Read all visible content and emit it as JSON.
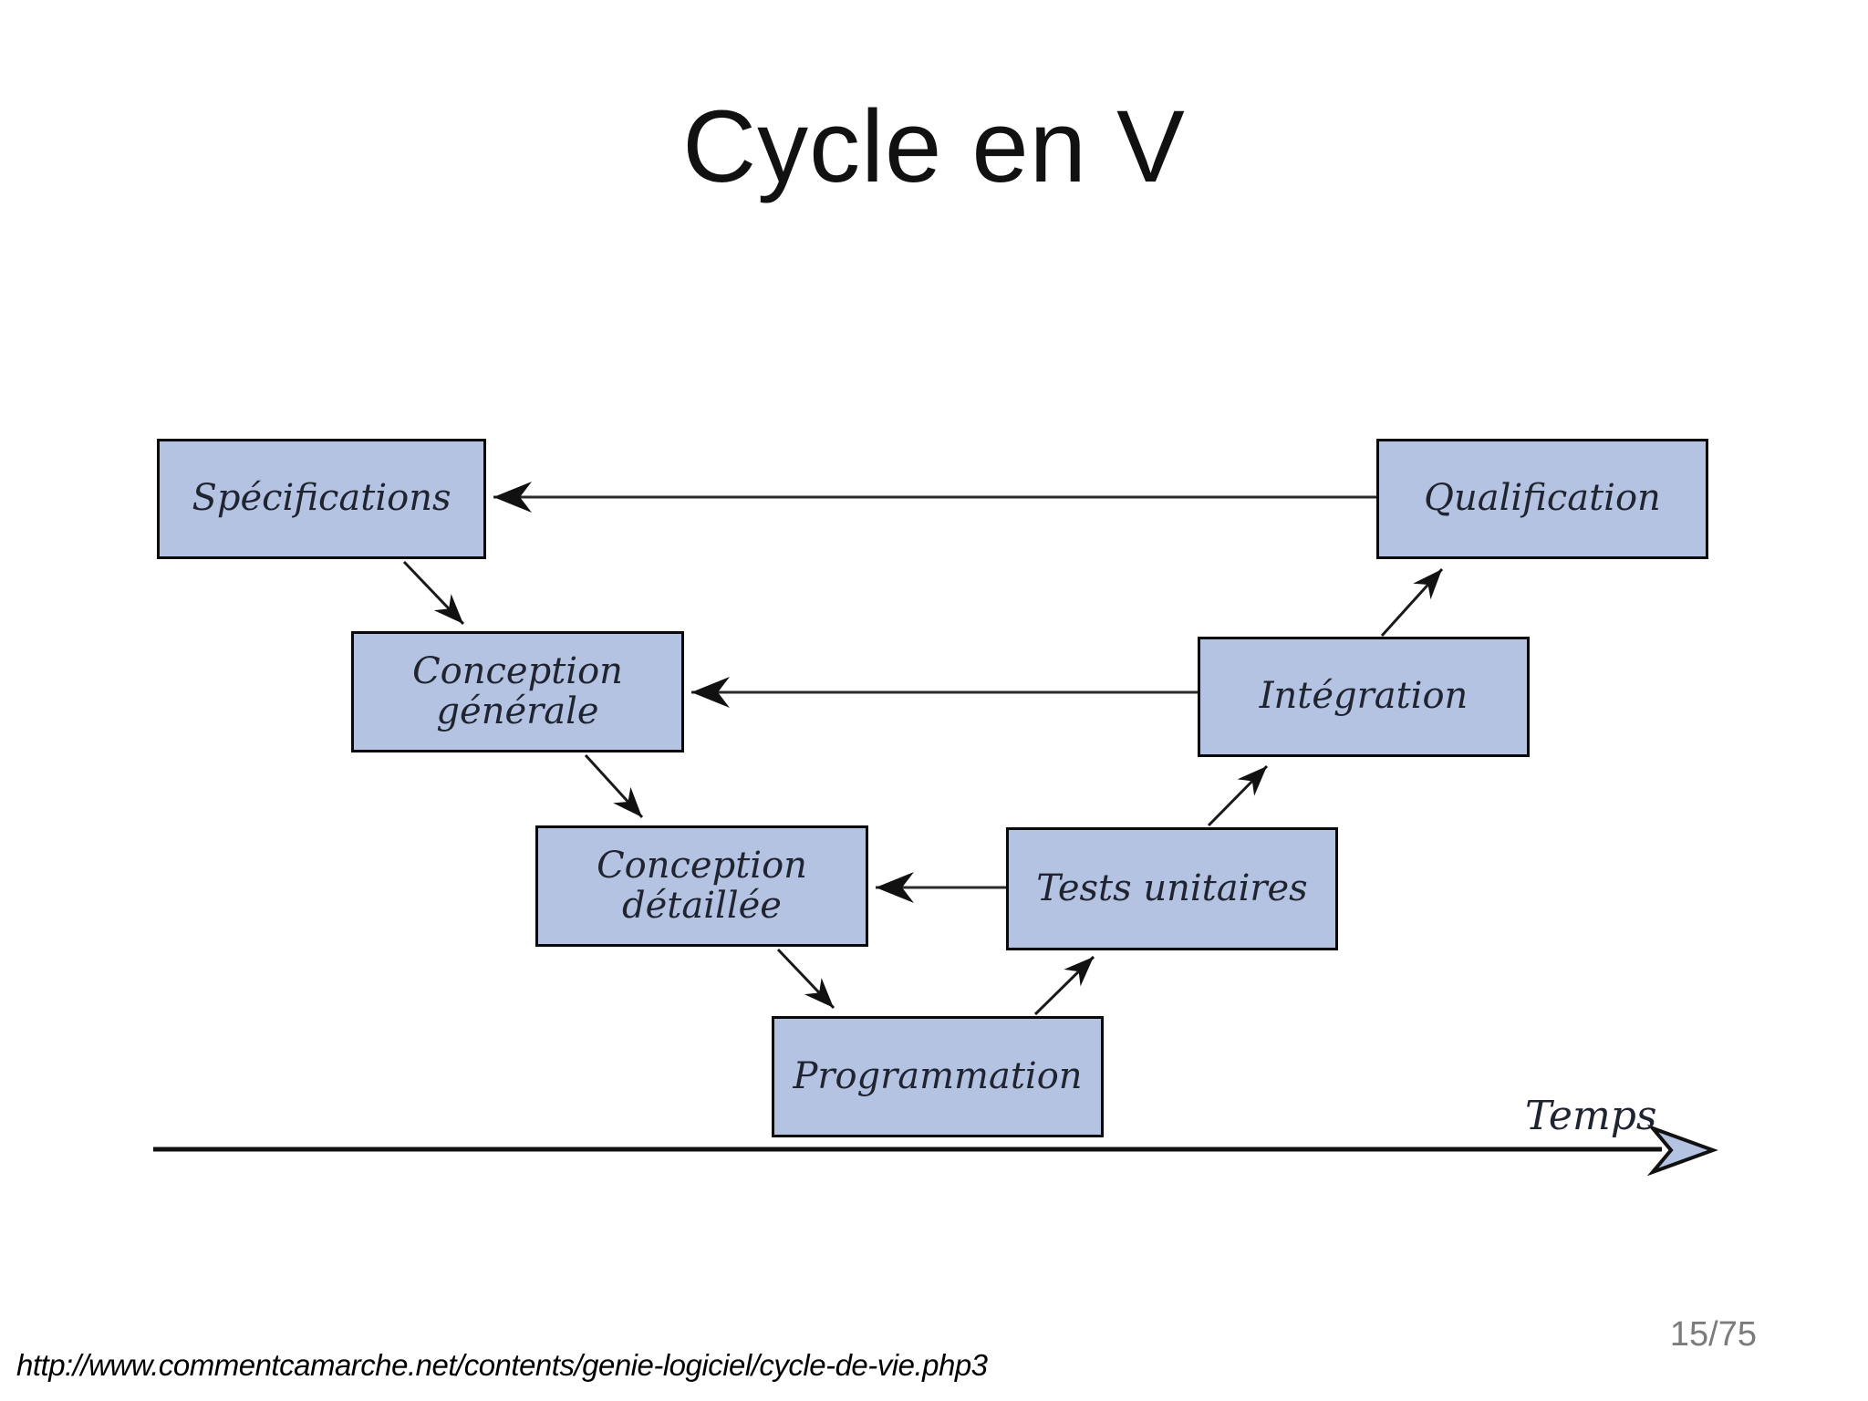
{
  "slide": {
    "title": "Cycle en V",
    "page_number": "15/75",
    "source_url": "http://www.commentcamarche.net/contents/genie-logiciel/cycle-de-vie.php3"
  },
  "diagram": {
    "axis_label": "Temps",
    "nodes": [
      {
        "id": "specifications",
        "label": "Spécifications"
      },
      {
        "id": "conception-generale",
        "label": "Conception générale"
      },
      {
        "id": "conception-detaillee",
        "label": "Conception détaillée"
      },
      {
        "id": "programmation",
        "label": "Programmation"
      },
      {
        "id": "tests-unitaires",
        "label": "Tests unitaires"
      },
      {
        "id": "integration",
        "label": "Intégration"
      },
      {
        "id": "qualification",
        "label": "Qualification"
      }
    ],
    "edges": [
      {
        "from": "specifications",
        "to": "conception-generale",
        "type": "descente"
      },
      {
        "from": "conception-generale",
        "to": "conception-detaillee",
        "type": "descente"
      },
      {
        "from": "conception-detaillee",
        "to": "programmation",
        "type": "descente"
      },
      {
        "from": "programmation",
        "to": "tests-unitaires",
        "type": "remontee"
      },
      {
        "from": "tests-unitaires",
        "to": "integration",
        "type": "remontee"
      },
      {
        "from": "integration",
        "to": "qualification",
        "type": "remontee"
      },
      {
        "from": "qualification",
        "to": "specifications",
        "type": "validation"
      },
      {
        "from": "integration",
        "to": "conception-generale",
        "type": "validation"
      },
      {
        "from": "tests-unitaires",
        "to": "conception-detaillee",
        "type": "validation"
      }
    ],
    "colors": {
      "node_fill": "#b4c3e2",
      "node_border": "#0a0a0a",
      "arrow": "#1a1a1a",
      "page_number": "#7b7b7b"
    }
  }
}
